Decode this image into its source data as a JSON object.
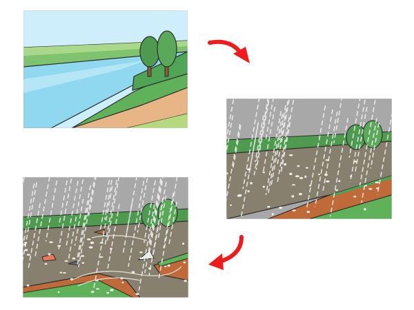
{
  "panels": [
    {
      "name": "calm-river-scene"
    },
    {
      "name": "heavy-rain-flooded-river-scene"
    },
    {
      "name": "levee-breach-scene"
    }
  ],
  "icons": [
    "tree-icon",
    "rain-icon",
    "arrow-icon",
    "debris-icon"
  ],
  "colors": {
    "sky": "#cfeefb",
    "storm_sky": "#a8a8a8",
    "river": "#8fd8ef",
    "flood_water": "#87806e",
    "grass": "#5fb15a",
    "grass_light": "#b6d87e",
    "path": "#e8b686",
    "mud": "#c06a3a",
    "tree": "#4e9a50",
    "trunk": "#8a5a32",
    "arrow": "#ee1c1c"
  }
}
